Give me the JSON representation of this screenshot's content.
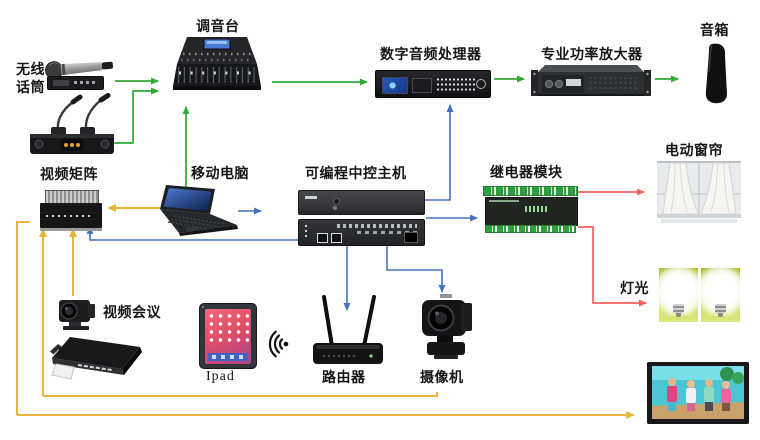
{
  "diagram": {
    "type": "av-system-topology",
    "background": "#ffffff",
    "colors": {
      "audio_line": "#2faa37",
      "control_line": "#4472c4",
      "video_line": "#e9b53a",
      "power_line": "#f2615c"
    },
    "nodes": {
      "mixer": {
        "label": "调音台"
      },
      "wireless_mic": {
        "label": "无线话筒"
      },
      "video_matrix": {
        "label": "视频矩阵"
      },
      "laptop": {
        "label": "移动电脑"
      },
      "control_host": {
        "label": "可编程中控主机"
      },
      "audio_processor": {
        "label": "数字音频处理器"
      },
      "amplifier": {
        "label": "专业功率放大器"
      },
      "speaker": {
        "label": "音箱"
      },
      "relay_module": {
        "label": "继电器模块"
      },
      "curtain": {
        "label": "电动窗帘"
      },
      "lights": {
        "label": "灯光"
      },
      "video_conference": {
        "label": "视频会议"
      },
      "ipad": {
        "label": "Ipad"
      },
      "router": {
        "label": "路由器"
      },
      "camera": {
        "label": "摄像机"
      }
    },
    "edges": [
      {
        "from": "wireless_mic_handheld",
        "to": "mixer",
        "type": "audio"
      },
      {
        "from": "wireless_mic_gooseneck",
        "to": "mixer",
        "type": "audio"
      },
      {
        "from": "laptop",
        "to": "mixer",
        "type": "audio"
      },
      {
        "from": "mixer",
        "to": "audio_processor",
        "type": "audio"
      },
      {
        "from": "audio_processor",
        "to": "amplifier",
        "type": "audio"
      },
      {
        "from": "amplifier",
        "to": "speaker",
        "type": "audio"
      },
      {
        "from": "laptop",
        "to": "control_host",
        "type": "control"
      },
      {
        "from": "control_host",
        "to": "audio_processor",
        "type": "control"
      },
      {
        "from": "control_host",
        "to": "relay_module",
        "type": "control"
      },
      {
        "from": "control_host",
        "to": "video_matrix",
        "type": "control"
      },
      {
        "from": "control_host",
        "to": "router",
        "type": "control"
      },
      {
        "from": "control_host",
        "to": "camera",
        "type": "control"
      },
      {
        "from": "laptop",
        "to": "video_matrix",
        "type": "video"
      },
      {
        "from": "video_conference",
        "to": "video_matrix",
        "type": "video"
      },
      {
        "from": "camera",
        "to": "video_matrix",
        "type": "video"
      },
      {
        "from": "video_matrix",
        "to": "display",
        "type": "video"
      },
      {
        "from": "relay_module",
        "to": "curtain",
        "type": "power"
      },
      {
        "from": "relay_module",
        "to": "lights",
        "type": "power"
      }
    ]
  }
}
